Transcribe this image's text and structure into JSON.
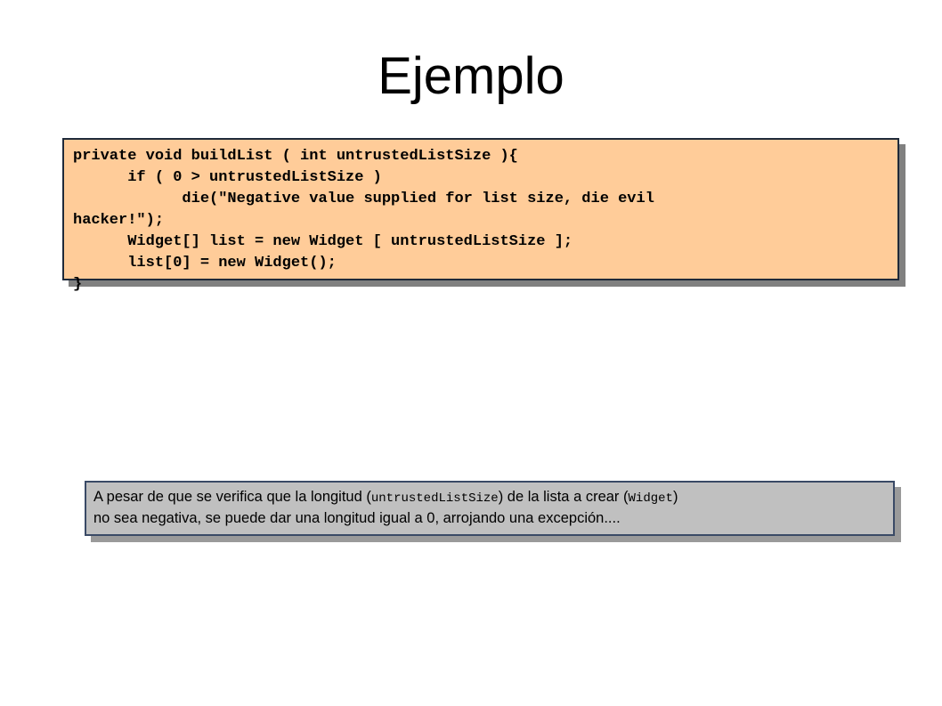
{
  "slide": {
    "title": "Ejemplo"
  },
  "code": {
    "lines": [
      "private void buildList ( int untrustedListSize ){",
      "      if ( 0 > untrustedListSize )",
      "            die(\"Negative value supplied for list size, die evil",
      "hacker!\");",
      "      Widget[] list = new Widget [ untrustedListSize ];",
      "      list[0] = new Widget();",
      "}"
    ]
  },
  "note": {
    "text_1": "A pesar de que se verifica que la longitud (",
    "code_1": "untrustedListSize",
    "text_2": ") de la lista a crear (",
    "code_2": "Widget",
    "text_3": ")",
    "line_2": "no sea negativa, se puede dar una longitud igual a 0, arrojando una excepción...."
  },
  "colors": {
    "code_background": "#ffcc99",
    "note_background": "#c0c0c0",
    "shadow": "#808080"
  }
}
